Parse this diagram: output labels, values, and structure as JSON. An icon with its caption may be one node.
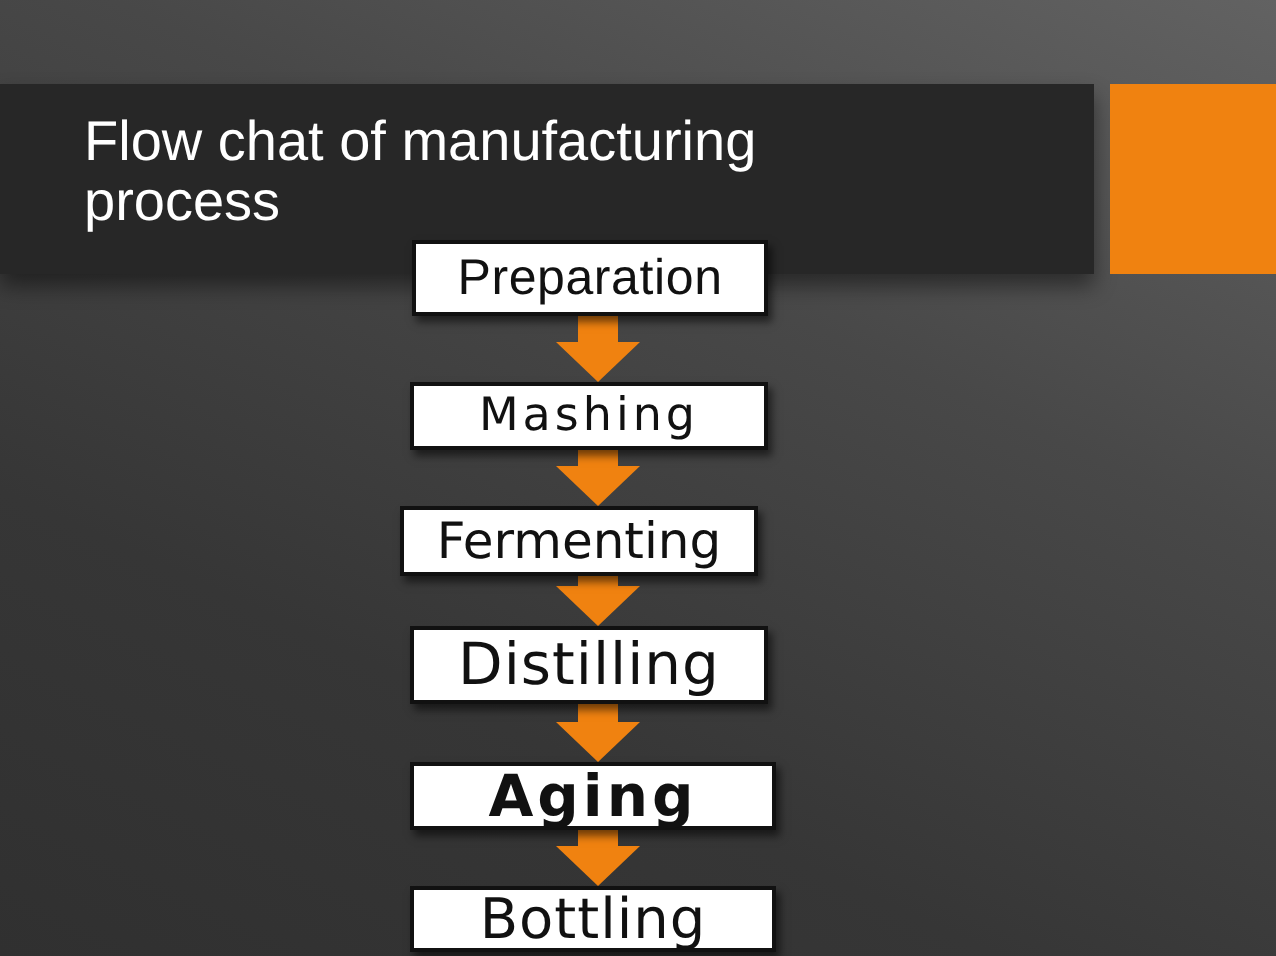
{
  "diagram": {
    "title": "Flow chat of manufacturing process",
    "nodes": [
      {
        "text": [
          "Preparation"
        ]
      },
      {
        "text": [
          "Mashing"
        ]
      },
      {
        "text": [
          "Fermenting"
        ]
      },
      {
        "text": [
          "Distilling"
        ]
      },
      {
        "text": [
          "Aging"
        ]
      },
      {
        "text": [
          "Bottling"
        ]
      }
    ],
    "edges": [
      {
        "from": 0,
        "to": 1,
        "arrow": "to"
      },
      {
        "from": 1,
        "to": 2,
        "arrow": "to"
      },
      {
        "from": 2,
        "to": 3,
        "arrow": "to"
      },
      {
        "from": 3,
        "to": 4,
        "arrow": "to"
      },
      {
        "from": 4,
        "to": 5,
        "arrow": "to"
      }
    ]
  }
}
